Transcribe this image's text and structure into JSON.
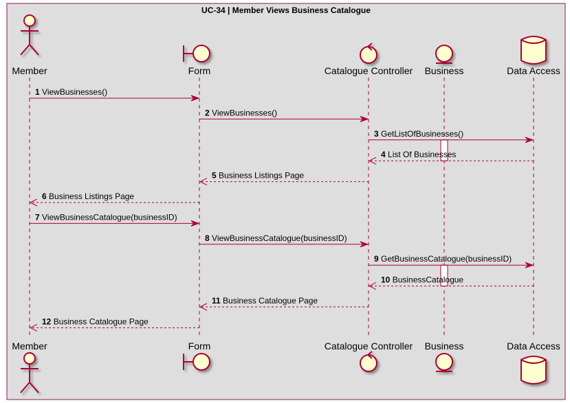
{
  "title": "UC-34 | Member Views Business Catalogue",
  "colors": {
    "frame_bg": "#dedede",
    "frame_border": "#8b1a4b",
    "line": "#a80036",
    "actor_fill": "#fefece",
    "text": "#000000"
  },
  "participants": [
    {
      "id": "member",
      "label": "Member",
      "kind": "actor",
      "icon": "actor-icon"
    },
    {
      "id": "form",
      "label": "Form",
      "kind": "boundary",
      "icon": "boundary-icon"
    },
    {
      "id": "controller",
      "label": "Catalogue Controller",
      "kind": "control",
      "icon": "control-icon"
    },
    {
      "id": "business",
      "label": "Business",
      "kind": "entity",
      "icon": "entity-icon"
    },
    {
      "id": "data",
      "label": "Data Access",
      "kind": "database",
      "icon": "database-icon"
    }
  ],
  "messages": [
    {
      "num": "1",
      "text": "ViewBusinesses()",
      "from": "member",
      "to": "form",
      "type": "sync"
    },
    {
      "num": "2",
      "text": "ViewBusinesses()",
      "from": "form",
      "to": "controller",
      "type": "sync"
    },
    {
      "num": "3",
      "text": "GetListOfBusinesses()",
      "from": "controller",
      "to": "data",
      "type": "sync"
    },
    {
      "num": "4",
      "text": "List Of Businesses",
      "from": "data",
      "to": "controller",
      "type": "return"
    },
    {
      "num": "5",
      "text": "Business Listings Page",
      "from": "controller",
      "to": "form",
      "type": "return"
    },
    {
      "num": "6",
      "text": "Business Listings Page",
      "from": "form",
      "to": "member",
      "type": "return"
    },
    {
      "num": "7",
      "text": "ViewBusinessCatalogue(businessID)",
      "from": "member",
      "to": "form",
      "type": "sync"
    },
    {
      "num": "8",
      "text": "ViewBusinessCatalogue(businessID)",
      "from": "form",
      "to": "controller",
      "type": "sync"
    },
    {
      "num": "9",
      "text": "GetBusinessCatalogue(businessID)",
      "from": "controller",
      "to": "data",
      "type": "sync"
    },
    {
      "num": "10",
      "text": "BusinessCatalogue",
      "from": "data",
      "to": "controller",
      "type": "return"
    },
    {
      "num": "11",
      "text": "Business Catalogue Page",
      "from": "controller",
      "to": "form",
      "type": "return"
    },
    {
      "num": "12",
      "text": "Business Catalogue Page",
      "from": "form",
      "to": "member",
      "type": "return"
    }
  ],
  "activations": [
    {
      "participant": "business",
      "from_message": "3",
      "to_message": "4"
    },
    {
      "participant": "business",
      "from_message": "9",
      "to_message": "10"
    }
  ]
}
